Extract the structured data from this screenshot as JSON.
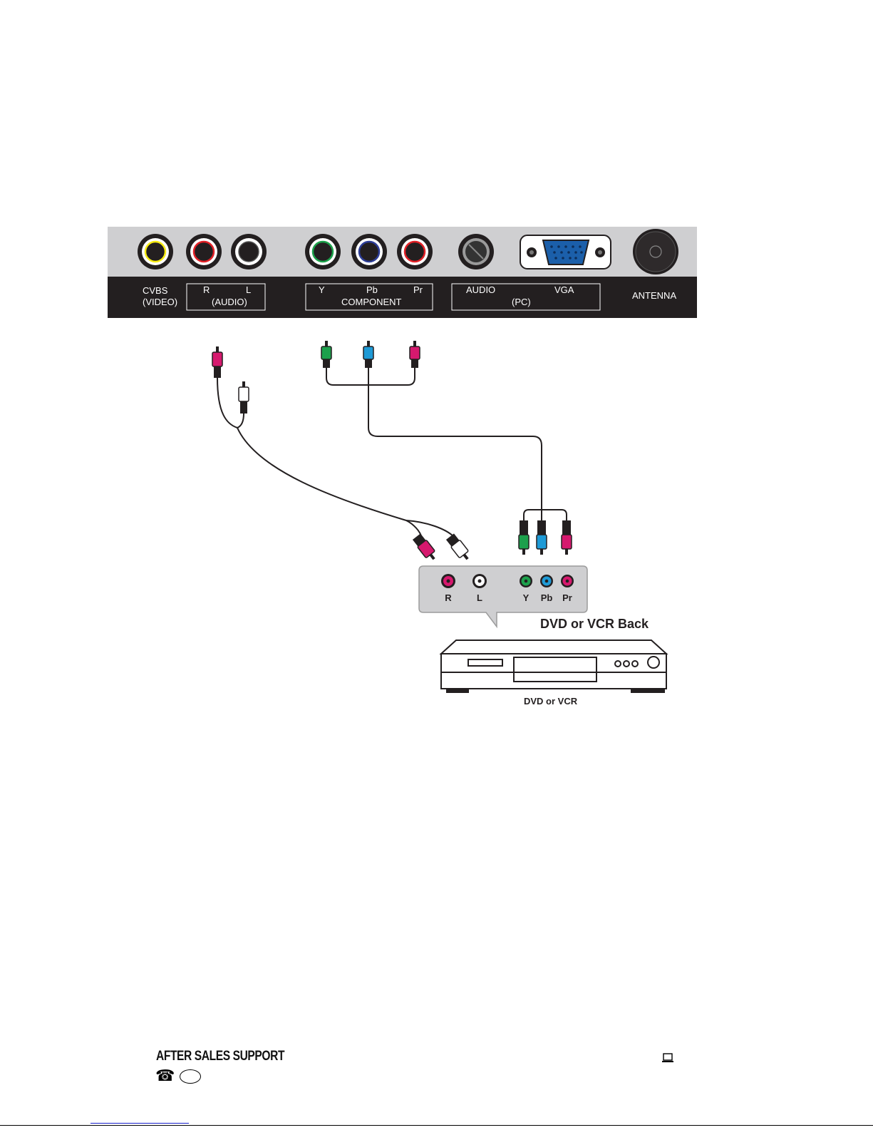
{
  "panel": {
    "labels": {
      "cvbs": "CVBS",
      "video": "(VIDEO)",
      "audio_r": "R",
      "audio_l": "L",
      "audio": "(AUDIO)",
      "comp_y": "Y",
      "comp_pb": "Pb",
      "comp_pr": "Pr",
      "component": "COMPONENT",
      "pc_audio": "AUDIO",
      "vga": "VGA",
      "pc": "(PC)",
      "antenna": "ANTENNA"
    }
  },
  "device_back": {
    "title": "DVD or VCR Back",
    "jacks": {
      "r": "R",
      "l": "L",
      "y": "Y",
      "pb": "Pb",
      "pr": "Pr"
    }
  },
  "device": {
    "label": "DVD or VCR"
  },
  "footer": {
    "title": "AFTER SALES SUPPORT"
  },
  "icons": [
    "phone-icon",
    "laptop-icon"
  ],
  "colors": {
    "panel_gray": "#cfcfd1",
    "panel_dark": "#231f20",
    "video_yellow": "#f7ec13",
    "audio_red": "#e32127",
    "comp_green": "#1ba24a",
    "comp_blue": "#2d3d96",
    "plug_magenta": "#d6196e",
    "plug_blue": "#1e9ad6",
    "plug_green": "#1ca04c",
    "vga_blue": "#1b5faa"
  }
}
